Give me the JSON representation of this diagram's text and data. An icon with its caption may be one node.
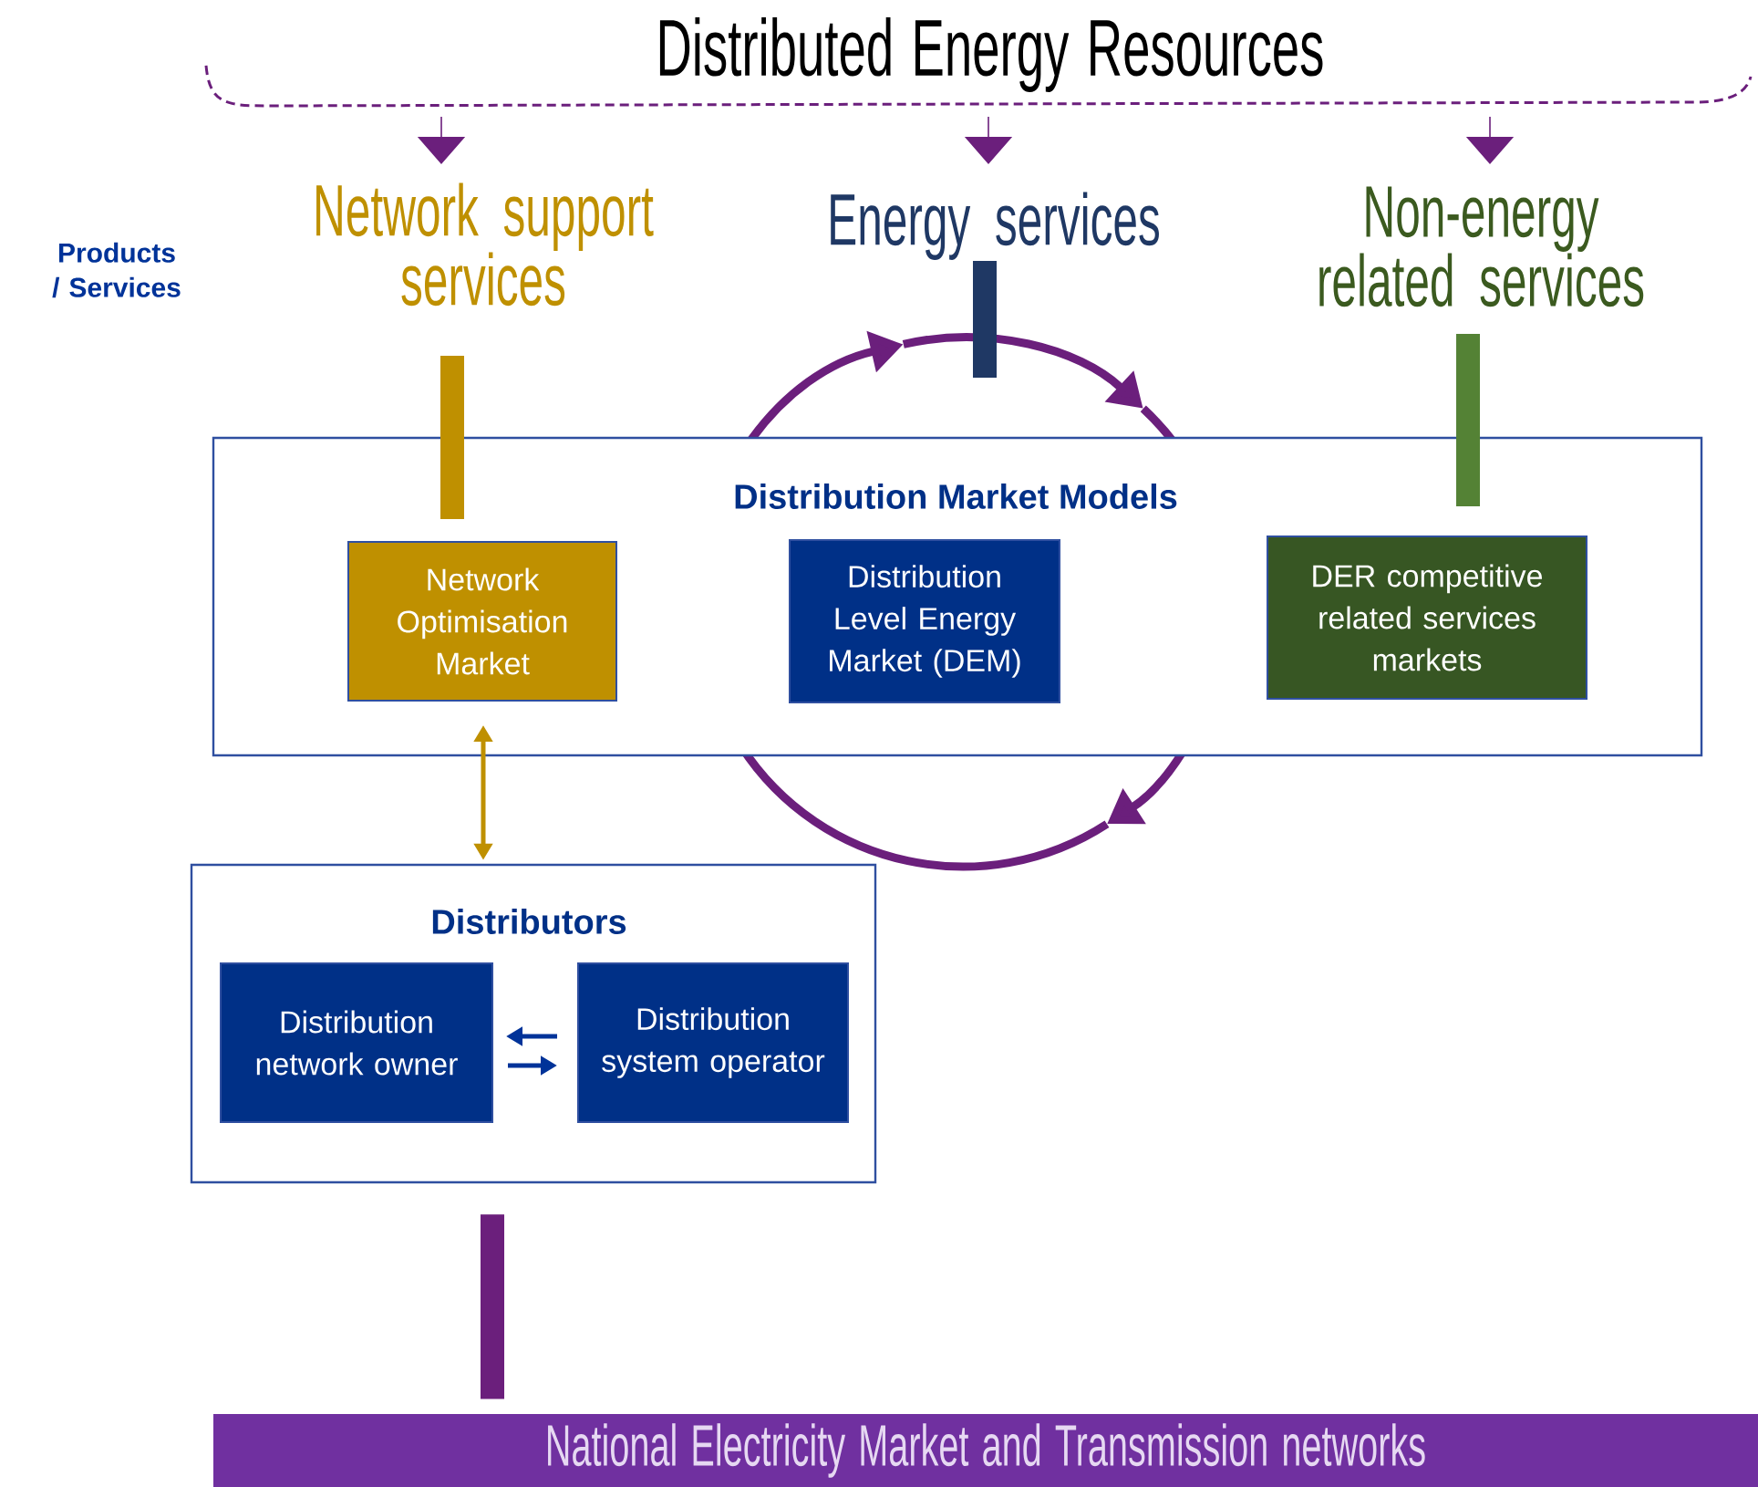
{
  "diagram": {
    "nodes": [
      {
        "text": [
          "Distributed Energy Resources"
        ]
      },
      {
        "text": [
          "Network support services"
        ]
      },
      {
        "text": [
          "Energy services"
        ]
      },
      {
        "text": [
          "Non-energy related services"
        ]
      },
      {
        "text": [
          "Distribution Market Models"
        ]
      },
      {
        "text": [
          "Network Optimisation Market"
        ],
        "in": 4
      },
      {
        "text": [
          "Distribution Level Energy Market (DEM)"
        ],
        "in": 4
      },
      {
        "text": [
          "DER competitive related services markets"
        ],
        "in": 4
      },
      {
        "text": [
          "Distributors"
        ]
      },
      {
        "text": [
          "Distribution network owner"
        ],
        "in": 8
      },
      {
        "text": [
          "Distribution system operator"
        ],
        "in": 8
      },
      {
        "text": [
          "National Electricity Market and Transmission networks"
        ]
      }
    ],
    "edges": [
      {
        "from": 0,
        "to": 1,
        "arrow": "to"
      },
      {
        "from": 0,
        "to": 2,
        "arrow": "to"
      },
      {
        "from": 0,
        "to": 3,
        "arrow": "to"
      },
      {
        "from": 1,
        "to": 5,
        "arrow": "none",
        "style": "thick",
        "color": "#bf9000"
      },
      {
        "from": 2,
        "to": null,
        "arrow": "none",
        "style": "thick",
        "color": "#1f3864"
      },
      {
        "from": 3,
        "to": 7,
        "arrow": "none",
        "style": "thick",
        "color": "#548235"
      },
      {
        "from": 5,
        "to": 8,
        "arrow": "both",
        "color": "#bf9000"
      },
      {
        "from": 10,
        "to": 9,
        "arrow": "to",
        "color": "#003399"
      },
      {
        "from": 9,
        "to": 10,
        "arrow": "to",
        "color": "#003399"
      },
      {
        "from": 8,
        "to": 11,
        "arrow": "none",
        "style": "thick",
        "color": "#6b1f7c"
      }
    ],
    "labels": [
      "Products / Services"
    ]
  }
}
